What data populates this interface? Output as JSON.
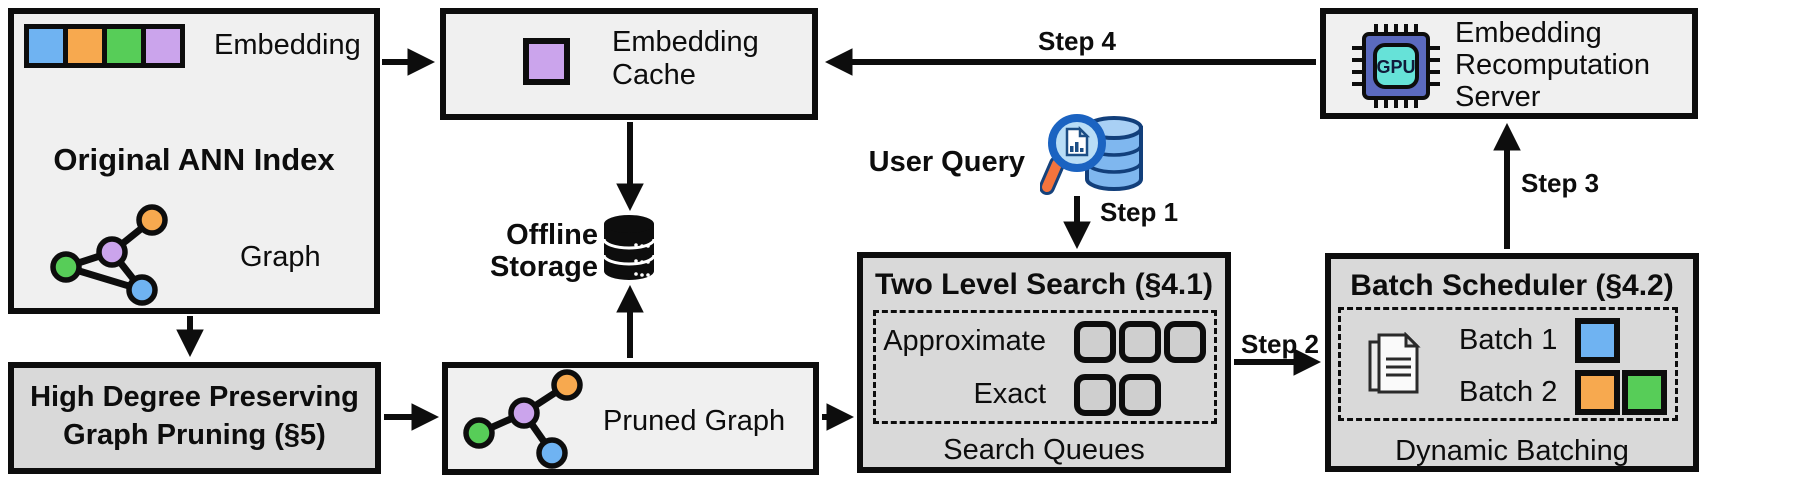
{
  "diagram": {
    "colors": {
      "blue": "#6fb3f2",
      "orange": "#f7a94f",
      "green": "#57cd58",
      "purple": "#cba4ec"
    },
    "boxes": {
      "original_ann_index": {
        "title": "Original ANN Index",
        "embedding_label": "Embedding",
        "graph_label": "Graph",
        "embedding_cells": [
          "blue",
          "orange",
          "green",
          "purple"
        ]
      },
      "embedding_cache": {
        "label": "Embedding Cache"
      },
      "embedding_recomputation_server": {
        "label": "Embedding Recomputation Server"
      },
      "high_degree_pruning": {
        "label": "High Degree Preserving Graph Pruning (§5)"
      },
      "pruned_graph": {
        "label": "Pruned Graph"
      },
      "two_level_search": {
        "title": "Two Level Search (§4.1)",
        "rows": [
          {
            "label": "Approximate",
            "queues": 3
          },
          {
            "label": "Exact",
            "queues": 2
          }
        ],
        "footer": "Search Queues"
      },
      "batch_scheduler": {
        "title": "Batch Scheduler (§4.2)",
        "rows": [
          {
            "label": "Batch 1",
            "cells": [
              "blue"
            ]
          },
          {
            "label": "Batch 2",
            "cells": [
              "orange",
              "green"
            ]
          }
        ],
        "footer": "Dynamic Batching"
      }
    },
    "floating_labels": {
      "offline_storage": "Offline Storage",
      "user_query": "User Query"
    },
    "steps": {
      "step_1": "Step 1",
      "step_2": "Step 2",
      "step_3": "Step 3",
      "step_4": "Step 4"
    },
    "icons": {
      "gpu_text": "GPU"
    }
  }
}
